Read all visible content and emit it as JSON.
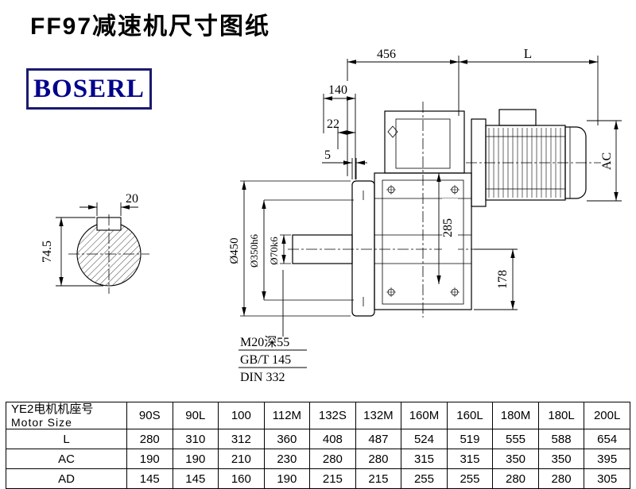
{
  "page": {
    "title": "FF97减速机尺寸图纸",
    "logo_text": "BOSERL"
  },
  "drawing": {
    "dim_456": "456",
    "dim_L": "L",
    "dim_140": "140",
    "dim_22": "22",
    "dim_5": "5",
    "dim_AC": "AC",
    "dim_285": "285",
    "dim_178": "178",
    "dia_flange": "Ø450",
    "dia_spigot": "Ø350h6",
    "dia_shaft": "Ø70k6",
    "key_width": "20",
    "key_height": "74.5",
    "note_tap": "M20深55",
    "note_gbt": "GB/T 145",
    "note_din": "DIN 332"
  },
  "table": {
    "header_line1": "YE2电机机座号",
    "header_line2": "Motor Size",
    "columns": [
      "90S",
      "90L",
      "100",
      "112M",
      "132S",
      "132M",
      "160M",
      "160L",
      "180M",
      "180L",
      "200L"
    ],
    "rows": [
      {
        "label": "L",
        "values": [
          "280",
          "310",
          "312",
          "360",
          "408",
          "487",
          "524",
          "519",
          "555",
          "588",
          "654"
        ]
      },
      {
        "label": "AC",
        "values": [
          "190",
          "190",
          "210",
          "230",
          "280",
          "280",
          "315",
          "315",
          "350",
          "350",
          "395"
        ]
      },
      {
        "label": "AD",
        "values": [
          "145",
          "145",
          "160",
          "190",
          "215",
          "215",
          "255",
          "255",
          "280",
          "280",
          "305"
        ]
      }
    ]
  }
}
